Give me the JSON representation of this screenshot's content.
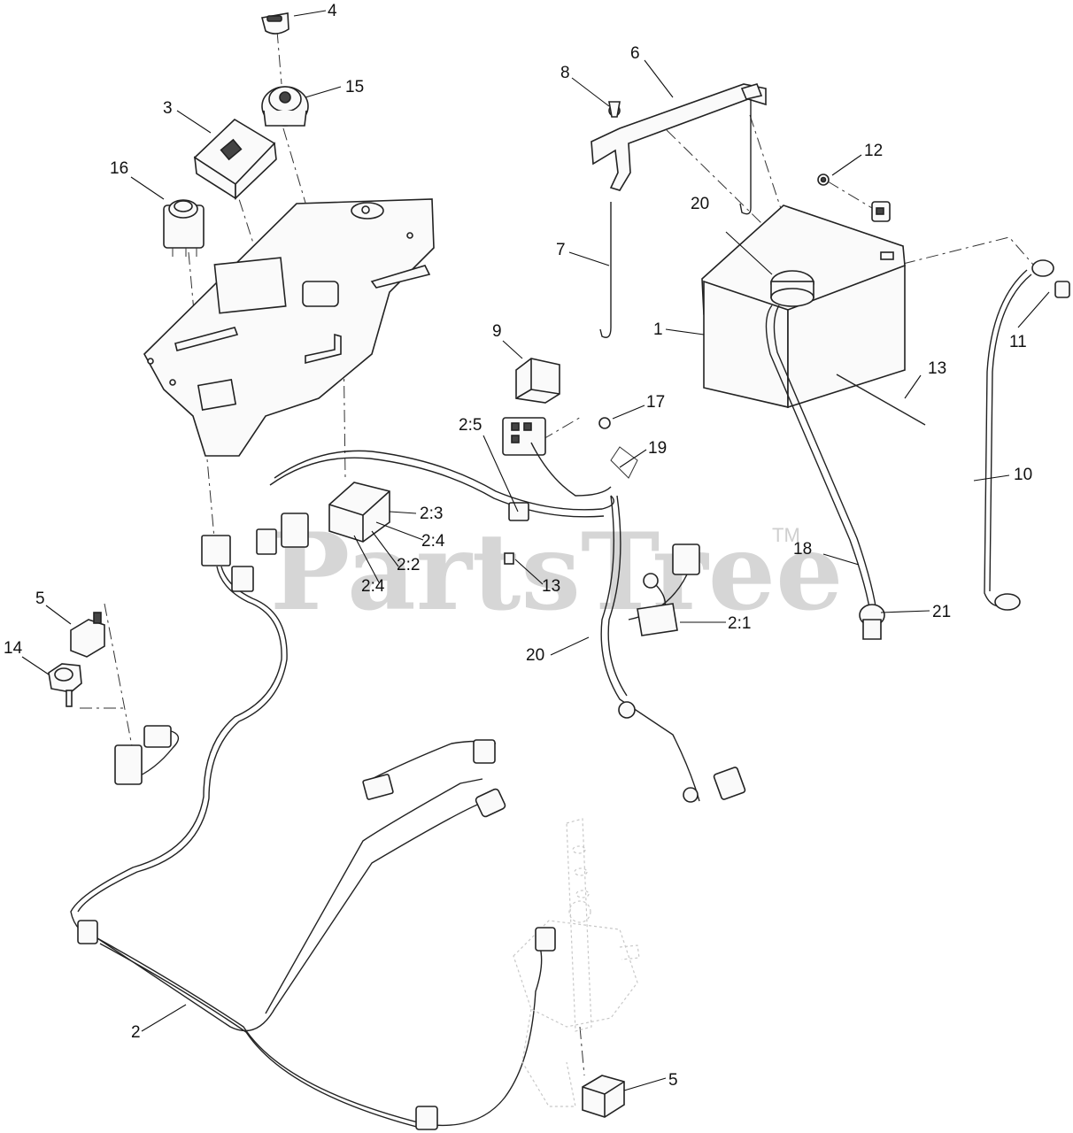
{
  "watermark": {
    "text": "PartsTree",
    "mark": "TM"
  },
  "callouts": {
    "c1": "1",
    "c2": "2",
    "c3": "3",
    "c4": "4",
    "c5a": "5",
    "c5b": "5",
    "c6": "6",
    "c7": "7",
    "c8": "8",
    "c9": "9",
    "c10": "10",
    "c11": "11",
    "c12": "12",
    "c13a": "13",
    "c13b": "13",
    "c14": "14",
    "c15": "15",
    "c16": "16",
    "c17": "17",
    "c18": "18",
    "c19": "19",
    "c20a": "20",
    "c20b": "20",
    "c21": "21",
    "c2_1": "2:1",
    "c2_2": "2:2",
    "c2_3": "2:3",
    "c2_4a": "2:4",
    "c2_4b": "2:4",
    "c2_5": "2:5"
  }
}
